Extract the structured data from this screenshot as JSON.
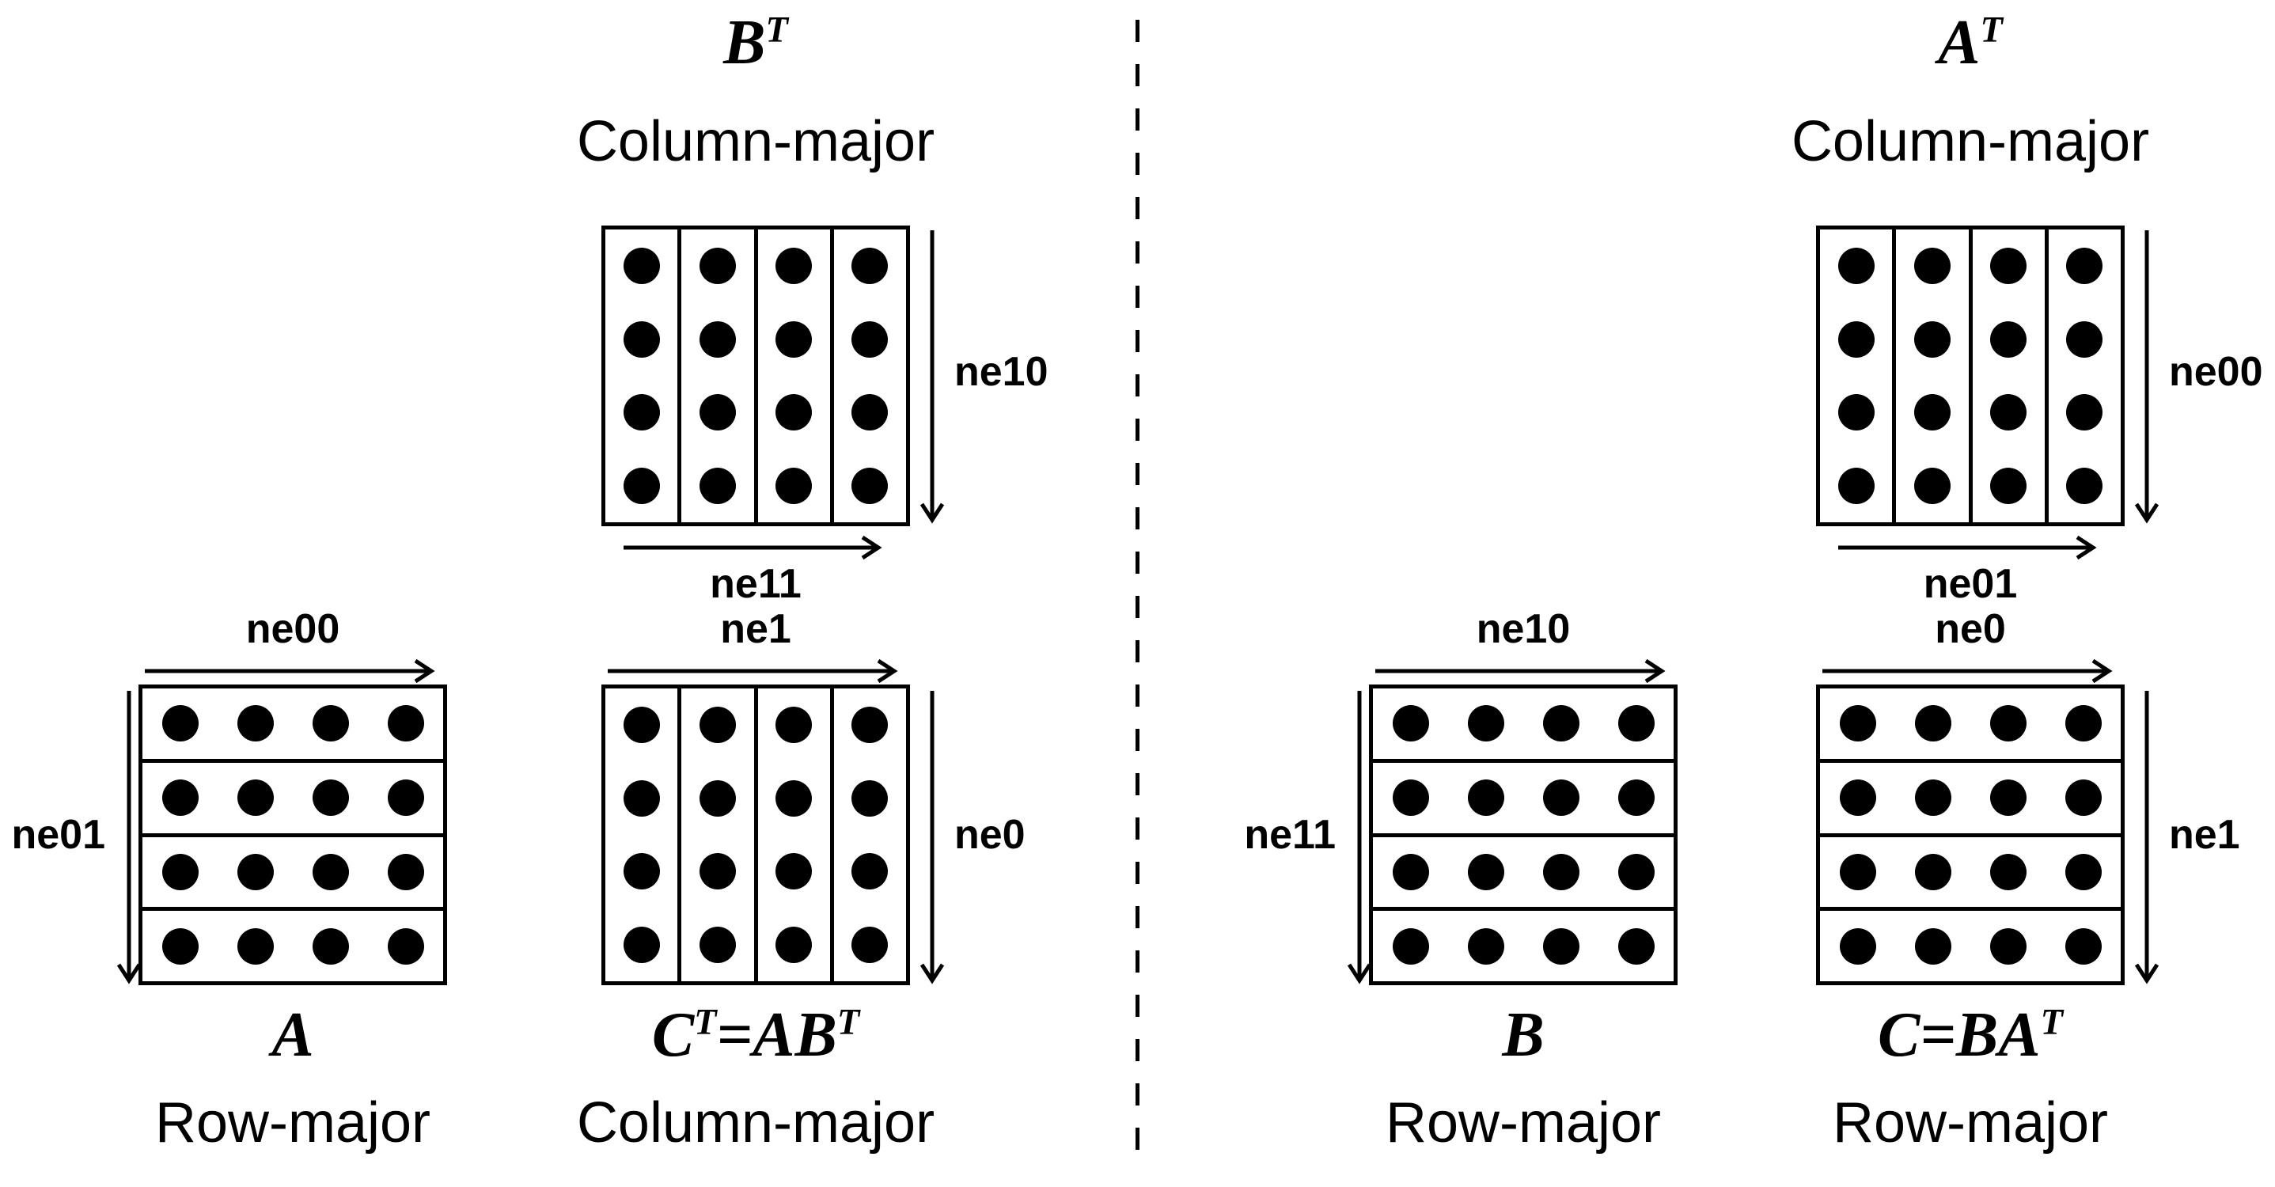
{
  "figure": {
    "background": "#ffffff",
    "ink_color": "#000000",
    "divider_style": "dashed-vertical"
  },
  "matrices": {
    "bt": {
      "title": "B^T",
      "layout": "Column-major",
      "orientation": "column",
      "rows": 4,
      "cols": 4,
      "arrows": {
        "side": {
          "label": "ne10",
          "direction": "down",
          "position": "right"
        },
        "bottom": {
          "label": "ne11",
          "direction": "right"
        }
      }
    },
    "a": {
      "title": "A",
      "layout": "Row-major",
      "orientation": "row",
      "rows": 4,
      "cols": 4,
      "arrows": {
        "top": {
          "label": "ne00",
          "direction": "right"
        },
        "side": {
          "label": "ne01",
          "direction": "down",
          "position": "left"
        }
      }
    },
    "ct": {
      "title": "C^T=AB^T",
      "layout": "Column-major",
      "orientation": "column",
      "rows": 4,
      "cols": 4,
      "arrows": {
        "top": {
          "label": "ne1",
          "direction": "right"
        },
        "side": {
          "label": "ne0",
          "direction": "down",
          "position": "right"
        }
      }
    },
    "at": {
      "title": "A^T",
      "layout": "Column-major",
      "orientation": "column",
      "rows": 4,
      "cols": 4,
      "arrows": {
        "side": {
          "label": "ne00",
          "direction": "down",
          "position": "right"
        },
        "bottom": {
          "label": "ne01",
          "direction": "right"
        }
      }
    },
    "b": {
      "title": "B",
      "layout": "Row-major",
      "orientation": "row",
      "rows": 4,
      "cols": 4,
      "arrows": {
        "top": {
          "label": "ne10",
          "direction": "right"
        },
        "side": {
          "label": "ne11",
          "direction": "down",
          "position": "left"
        }
      }
    },
    "c": {
      "title": "C=BA^T",
      "layout": "Row-major",
      "orientation": "row",
      "rows": 4,
      "cols": 4,
      "arrows": {
        "top": {
          "label": "ne0",
          "direction": "right"
        },
        "side": {
          "label": "ne1",
          "direction": "down",
          "position": "right"
        }
      }
    }
  }
}
